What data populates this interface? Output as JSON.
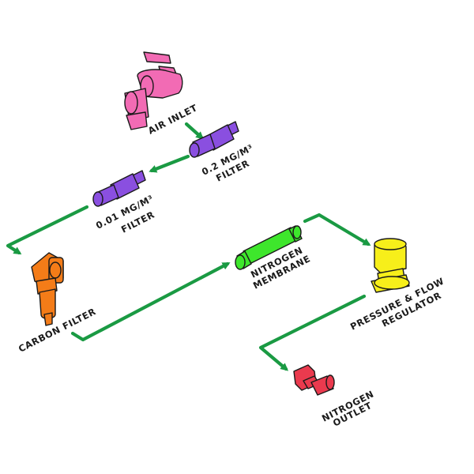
{
  "colors": {
    "flow": "#1a9a43",
    "air_inlet": "#f26bb4",
    "filter_02": "#8a4fe0",
    "filter_001": "#8a4fe0",
    "carbon_filter": "#f47c18",
    "membrane": "#3ee62c",
    "regulator": "#f7ef1a",
    "outlet": "#ea3a4e"
  },
  "labels": {
    "air_inlet": "AIR INLET",
    "filter_02_l1": "0.2 MG/M³",
    "filter_02_l2": "FILTER",
    "filter_001_l1": "0.01 MG/M³",
    "filter_001_l2": "FILTER",
    "carbon_filter": "CARBON FILTER",
    "membrane_l1": "NITROGEN",
    "membrane_l2": "MEMBRANE",
    "regulator_l1": "PRESSURE & FLOW",
    "regulator_l2": "REGULATOR",
    "outlet_l1": "NITROGEN",
    "outlet_l2": "OUTLET"
  }
}
